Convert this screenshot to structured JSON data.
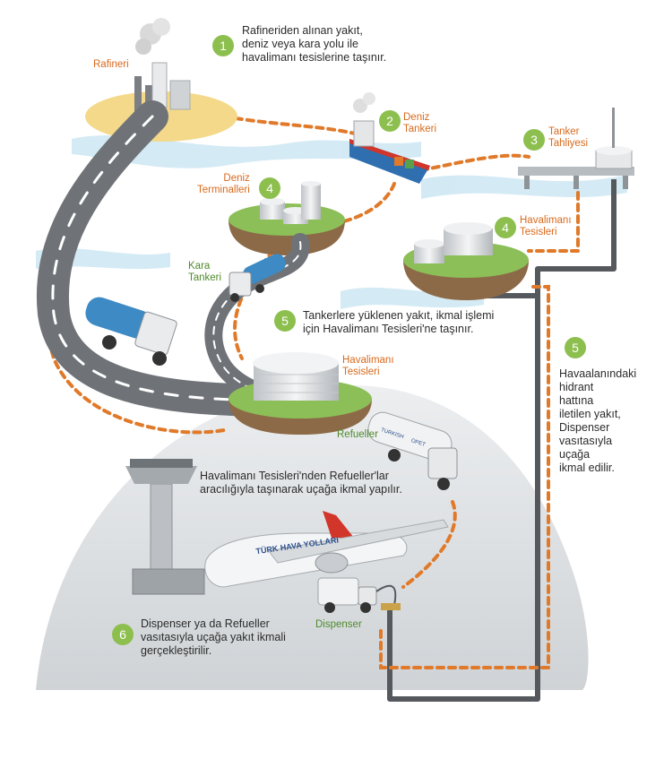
{
  "colors": {
    "accent_orange": "#e07a2a",
    "badge_green": "#8dbf4f",
    "road_gray": "#6f7378",
    "water_blue": "#bfe0ef",
    "sand": "#f4d98a",
    "grass": "#8cbf57",
    "hill_gray": "#d9dcdf"
  },
  "labels": {
    "rafineri": "Rafineri",
    "deniz_tankeri": "Deniz\nTankeri",
    "tanker_tahliyesi": "Tanker\nTahliyesi",
    "deniz_terminalleri": "Deniz\nTerminalleri",
    "havalimani_tesisleri_right": "Havalimanı\nTesisleri",
    "kara_tankeri": "Kara\nTankeri",
    "havalimani_tesisleri_center": "Havalimanı\nTesisleri",
    "refueller": "Refueller",
    "dispenser": "Dispenser",
    "plane_text": "TÜRK HAVA YOLLARI",
    "truck_text_1": "TURKISH",
    "truck_text_2": "OPET"
  },
  "steps": {
    "s1": {
      "num": "1",
      "text": "Rafineriden alınan yakıt,\ndeniz veya kara yolu ile\nhavalimanı tesislerine taşınır."
    },
    "s2": {
      "num": "2"
    },
    "s3": {
      "num": "3"
    },
    "s4a": {
      "num": "4"
    },
    "s4b": {
      "num": "4"
    },
    "s5a": {
      "num": "5",
      "text": "Tankerlere yüklenen yakıt, ikmal işlemi\niçin Havalimanı Tesisleri'ne taşınır."
    },
    "s5b": {
      "num": "5",
      "text": "Havaalanındaki\nhidrant\nhattına\niletilen yakıt,\nDispenser\nvasıtasıyla\nuçağa\nikmal edilir."
    },
    "s_refueller": {
      "text": "Havalimanı Tesisleri'nden Refueller'lar\naracılığıyla taşınarak uçağa ikmal yapılır."
    },
    "s6": {
      "num": "6",
      "text": "Dispenser ya da Refueller\nvasıtasıyla uçağa yakıt ikmali\ngerçekleştirilir."
    }
  }
}
